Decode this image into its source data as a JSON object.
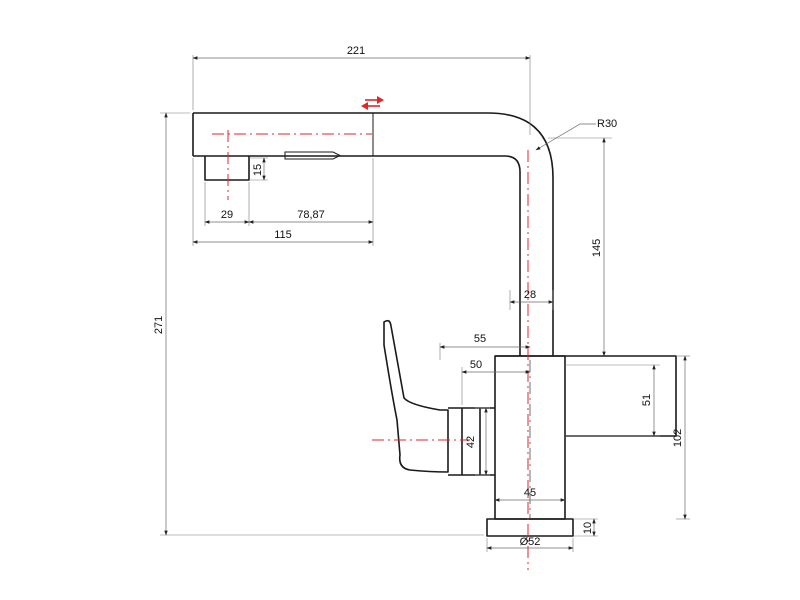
{
  "dimensions": {
    "overall_width": "221",
    "bend_radius": "R30",
    "spout_height": "145",
    "overall_height": "271",
    "spray_head_width": "29",
    "spray_head_height": "15",
    "spray_offset": "78,87",
    "spray_total": "115",
    "spout_diameter": "28",
    "handle_reach": "55",
    "handle_offset": "50",
    "body_upper": "51",
    "body_height": "102",
    "handle_hub": "42",
    "body_width": "45",
    "base_height": "10",
    "base_diameter": "Ø52"
  },
  "colors": {
    "outline": "#1a1a1a",
    "centerline": "#e0262b",
    "dimension": "#6a6a6a"
  }
}
